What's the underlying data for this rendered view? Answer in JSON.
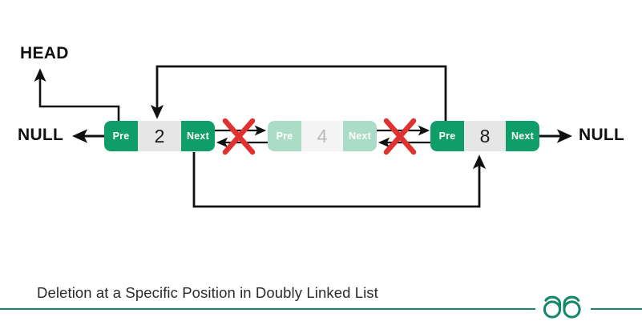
{
  "diagram": {
    "title": "Deletion at a Specific Position in Doubly Linked List",
    "colors": {
      "node_green": "#0f9d6a",
      "node_green_faded": "#abdcc8",
      "node_body": "#e6e6e6",
      "node_body_faded": "#f4f4f4",
      "value_text": "#1a1a1a",
      "value_text_faded": "#b9b9b9",
      "cross_red": "#e03030",
      "arrow_black": "#111111",
      "brand_green": "#16876a"
    },
    "labels": {
      "head": "HEAD",
      "null_left": "NULL",
      "null_right": "NULL"
    },
    "pointer_labels": {
      "prev": "Pre",
      "next": "Next"
    },
    "nodes": [
      {
        "id": "node-1",
        "value": "2",
        "prev_label": "Pre",
        "next_label": "Next",
        "state": "active"
      },
      {
        "id": "node-2",
        "value": "4",
        "prev_label": "Pre",
        "next_label": "Next",
        "state": "deleted"
      },
      {
        "id": "node-3",
        "value": "8",
        "prev_label": "Pre",
        "next_label": "Next",
        "state": "active"
      }
    ],
    "annotations": [
      {
        "name": "cross-left",
        "symbol": "x-mark",
        "meaning": "link between node 2 and node 4 removed"
      },
      {
        "name": "cross-right",
        "symbol": "x-mark",
        "meaning": "link between node 4 and node 8 removed"
      },
      {
        "name": "relink-top",
        "meaning": "node 8 prev now points back to node 2"
      },
      {
        "name": "relink-bottom",
        "meaning": "node 2 next now points forward to node 8"
      }
    ]
  }
}
